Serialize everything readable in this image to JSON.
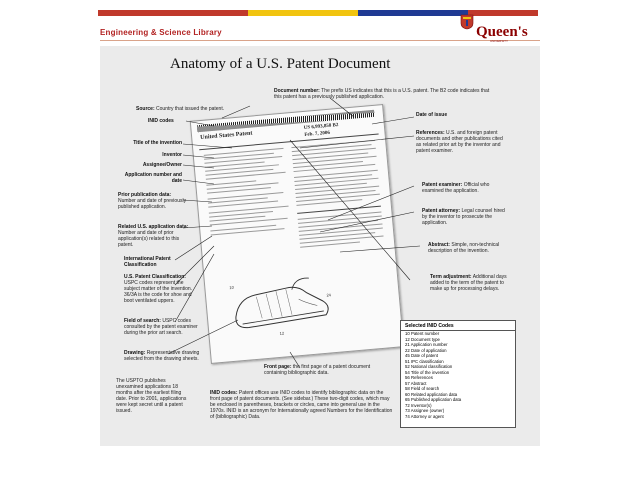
{
  "header": {
    "library_name": "Engineering & Science Library",
    "logo_text": "Queen's",
    "logo_subtext": "UNIVERSITY",
    "stripe_colors": [
      "#c0392b",
      "#f1c40f",
      "#1f3a93",
      "#c0392b"
    ]
  },
  "title": "Anatomy of a U.S. Patent Document",
  "annotations": {
    "document_number": {
      "term": "Document number:",
      "text": "The prefix US indicates that this is a U.S. patent. The B2 code indicates that this patent has a previously published application."
    },
    "source": {
      "term": "Source:",
      "text": "Country that issued the patent."
    },
    "inid_codes_label": {
      "term": "INID codes",
      "text": ""
    },
    "date_of_issue": {
      "term": "Date of issue",
      "text": ""
    },
    "title_of_invention": {
      "term": "Title of the invention",
      "text": ""
    },
    "inventor": {
      "term": "Inventor",
      "text": ""
    },
    "assignee": {
      "term": "Assignee/Owner",
      "text": ""
    },
    "application": {
      "term": "Application number and date",
      "text": ""
    },
    "references": {
      "term": "References:",
      "text": "U.S. and foreign patent documents and other publications cited as related prior art by the inventor and patent examiner."
    },
    "prior_publication": {
      "term": "Prior publication data:",
      "text": "Number and date of previously published application."
    },
    "patent_examiner": {
      "term": "Patent examiner:",
      "text": "Official who examined the application."
    },
    "patent_attorney": {
      "term": "Patent attorney:",
      "text": "Legal counsel hired by the inventor to prosecute the application."
    },
    "related_application": {
      "term": "Related U.S. application data:",
      "text": "Number and date of prior application(s) related to this patent."
    },
    "abstract": {
      "term": "Abstract:",
      "text": "Simple, non-technical description of the invention."
    },
    "intl_classification": {
      "term": "International Patent Classification",
      "text": ""
    },
    "term_adjustment": {
      "term": "Term adjustment:",
      "text": "Additional days added to the term of the patent to make up for processing delays."
    },
    "us_classification": {
      "term": "U.S. Patent Classification:",
      "text": "USPC codes represent the subject matter of the invention. 36/3A is the code for shoe and boot ventilated uppers."
    },
    "field_of_search": {
      "term": "Field of search:",
      "text": "USPC codes consulted by the patent examiner during the prior art search."
    },
    "drawing": {
      "term": "Drawing:",
      "text": "Representative drawing selected from the drawing sheets."
    },
    "front_page": {
      "term": "Front page:",
      "text": "the first page of a patent document containing bibliographic data."
    },
    "uspto_note": {
      "term": "",
      "text": "The USPTO publishes unexamined applications 18 months after the earliest filing date. Prior to 2001, applications were kept secret until a patent issued."
    },
    "inid_note": {
      "term": "INID codes:",
      "text": "Patent offices use INID codes to identify bibliographic data on the front page of patent documents. (See sidebar.) These two-digit codes, which may be enclosed in parentheses, brackets or circles, came into general use in the 1970s. INID is an acronym for Internationally agreed Numbers for the Identification of (bibliographic) Data."
    }
  },
  "doc_front_page": {
    "country": "United States Patent",
    "patent_no": "US 6,993,858 B2",
    "date": "Feb. 7, 2006"
  },
  "inid_table": {
    "title": "Selected INID Codes",
    "rows": [
      "10  Patent number",
      "12  Document type",
      "21  Application number",
      "22  Date of application",
      "45  Date of patent",
      "51  IPC classification",
      "52  National classification",
      "54  Title of the invention",
      "56  References",
      "57  Abstract",
      "58  Field of search",
      "60  Related application data",
      "65  Published application data",
      "72  Inventor(s)",
      "73  Assignee (owner)",
      "74  Attorney or agent"
    ]
  }
}
